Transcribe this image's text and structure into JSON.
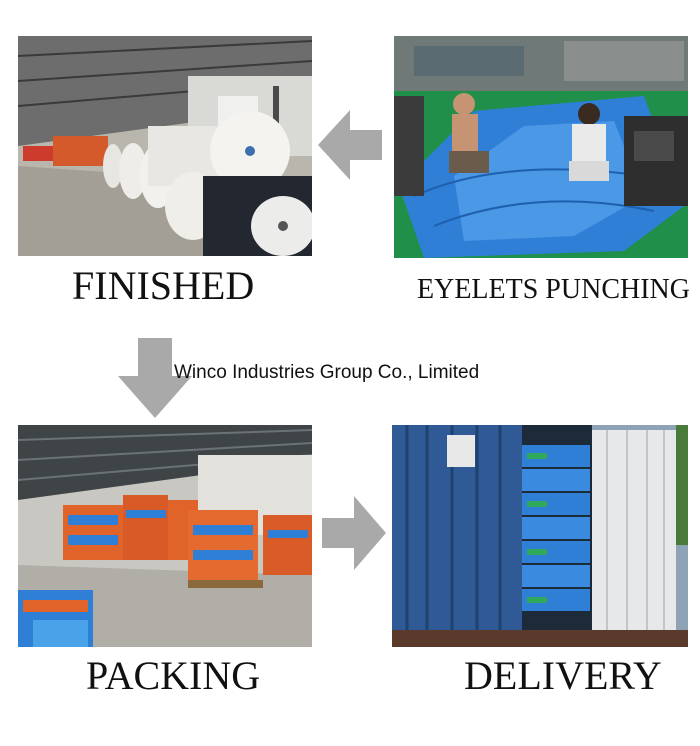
{
  "steps": {
    "finished": {
      "label": "FINISHED"
    },
    "eyelets": {
      "label": "EYELETS PUNCHING"
    },
    "packing": {
      "label": "PACKING"
    },
    "delivery": {
      "label": "DELIVERY"
    }
  },
  "watermark": {
    "text": "Winco Industries Group Co., Limited"
  },
  "colors": {
    "arrow": "#a9a9a9",
    "tarp_blue": "#2f7fd6",
    "tarp_orange": "#e0632a",
    "floor_green": "#1f8f4a"
  }
}
